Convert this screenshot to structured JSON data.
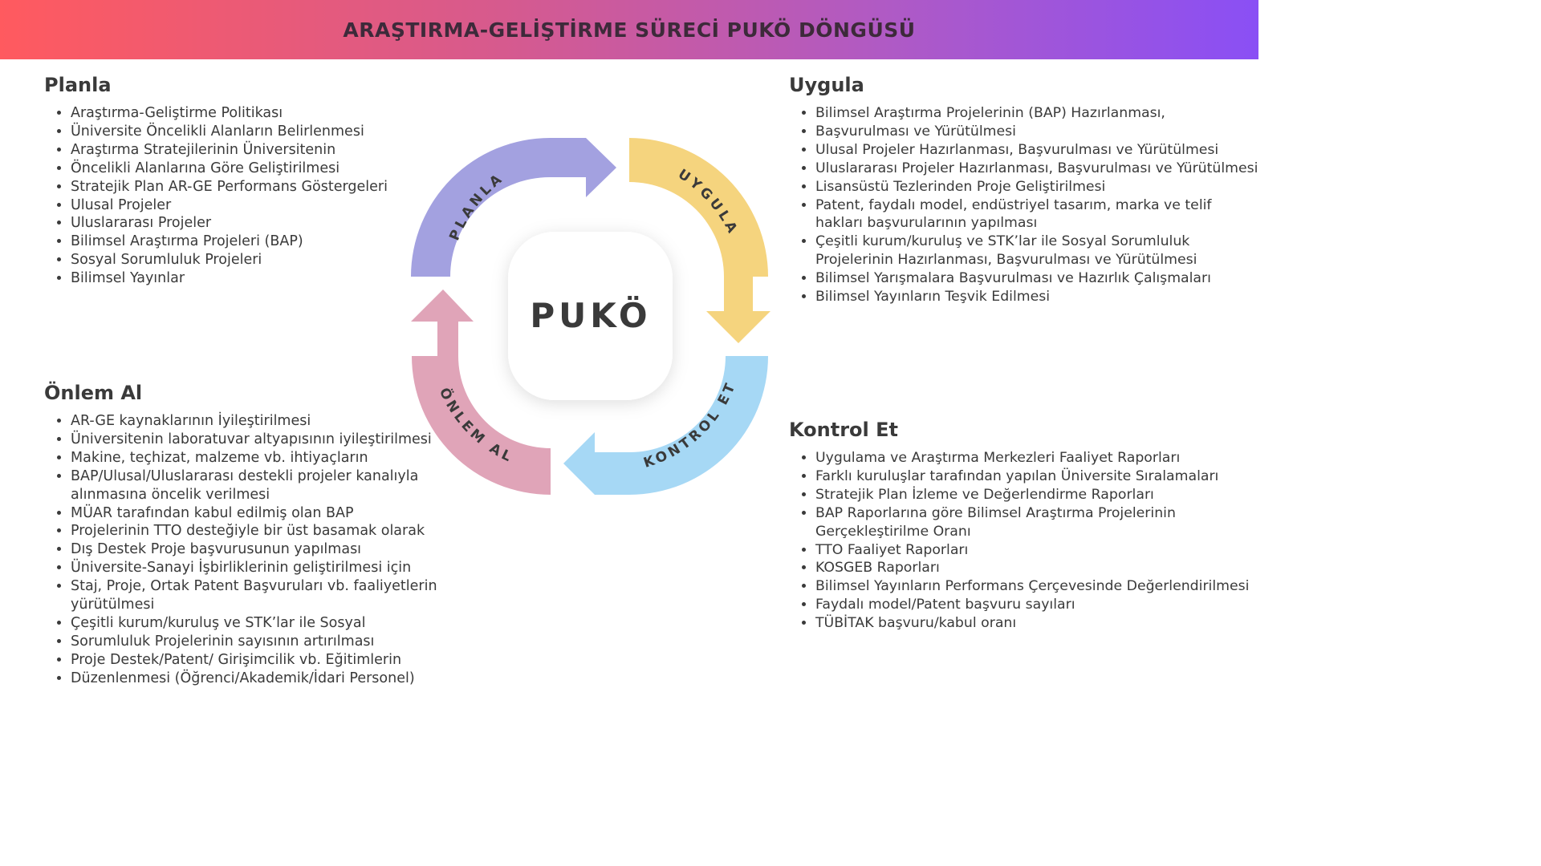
{
  "title": "ARAŞTIRMA-GELİŞTİRME SÜRECİ PUKÖ DÖNGÜSÜ",
  "diagram": {
    "center_label": "PUKÖ",
    "arrows": [
      {
        "label": "PLANLA",
        "color": "#a3a1e0"
      },
      {
        "label": "UYGULA",
        "color": "#f5d47e"
      },
      {
        "label": "KONTROL ET",
        "color": "#a6d8f5"
      },
      {
        "label": "ÖNLEM AL",
        "color": "#e0a4b8"
      }
    ]
  },
  "sections": {
    "planla": {
      "heading": "Planla",
      "items": [
        "Araştırma-Geliştirme Politikası",
        "Üniversite Öncelikli Alanların Belirlenmesi",
        "Araştırma Stratejilerinin Üniversitenin",
        "Öncelikli Alanlarına Göre Geliştirilmesi",
        "Stratejik Plan AR-GE Performans Göstergeleri",
        "Ulusal Projeler",
        "Uluslararası Projeler",
        "Bilimsel Araştırma Projeleri (BAP)",
        "Sosyal Sorumluluk Projeleri",
        "Bilimsel Yayınlar"
      ]
    },
    "uygula": {
      "heading": "Uygula",
      "items": [
        "Bilimsel Araştırma Projelerinin (BAP) Hazırlanması,",
        "Başvurulması ve Yürütülmesi",
        "Ulusal Projeler Hazırlanması, Başvurulması ve Yürütülmesi",
        "Uluslararası Projeler Hazırlanması, Başvurulması ve Yürütülmesi",
        "Lisansüstü Tezlerinden Proje Geliştirilmesi",
        "Patent, faydalı model, endüstriyel tasarım, marka ve telif hakları başvurularının yapılması",
        "Çeşitli kurum/kuruluş ve STK’lar ile Sosyal Sorumluluk Projelerinin Hazırlanması, Başvurulması ve Yürütülmesi",
        "Bilimsel Yarışmalara Başvurulması ve Hazırlık Çalışmaları",
        "Bilimsel Yayınların Teşvik Edilmesi"
      ]
    },
    "onlem": {
      "heading": "Önlem Al",
      "items": [
        "AR-GE kaynaklarının İyileştirilmesi",
        "Üniversitenin laboratuvar altyapısının iyileştirilmesi",
        "Makine, teçhizat, malzeme vb. ihtiyaçların",
        "BAP/Ulusal/Uluslararası destekli projeler kanalıyla alınmasına öncelik verilmesi",
        "MÜAR tarafından kabul edilmiş olan BAP",
        "Projelerinin TTO desteğiyle bir üst basamak olarak",
        "Dış Destek Proje başvurusunun yapılması",
        "Üniversite-Sanayi İşbirliklerinin geliştirilmesi için",
        "Staj, Proje, Ortak Patent Başvuruları vb. faaliyetlerin yürütülmesi",
        "Çeşitli kurum/kuruluş ve STK’lar ile Sosyal",
        "Sorumluluk Projelerinin sayısının artırılması",
        "Proje Destek/Patent/ Girişimcilik vb. Eğitimlerin",
        "Düzenlenmesi (Öğrenci/Akademik/İdari Personel)"
      ]
    },
    "kontrol": {
      "heading": "Kontrol Et",
      "items": [
        "Uygulama ve Araştırma Merkezleri Faaliyet Raporları",
        "Farklı kuruluşlar tarafından yapılan Üniversite Sıralamaları",
        "Stratejik Plan İzleme ve Değerlendirme Raporları",
        "BAP Raporlarına göre Bilimsel Araştırma Projelerinin Gerçekleştirilme Oranı",
        "TTO Faaliyet Raporları",
        "KOSGEB Raporları",
        "Bilimsel Yayınların Performans Çerçevesinde Değerlendirilmesi",
        "Faydalı model/Patent başvuru sayıları",
        "TÜBİTAK başvuru/kabul oranı"
      ]
    }
  }
}
